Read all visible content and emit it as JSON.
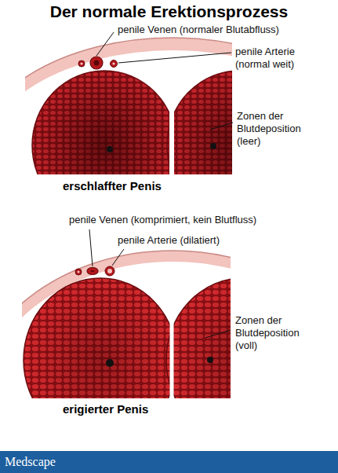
{
  "diagram": {
    "title": "Der normale Erektionsprozess",
    "nodes": [
      {
        "text": [
          "Medscape"
        ]
      }
    ],
    "labels": [
      "penile Venen (normaler Blutabfluss)",
      "penile Arterie (normal weit)",
      "Zonen der Blutdeposition (leer)",
      "erschlaffter Penis",
      "penile Venen (komprimiert, kein Blutfluss)",
      "penile Arterie (dilatiert)",
      "Zonen der Blutdeposition (voll)",
      "erigierter Penis"
    ]
  }
}
